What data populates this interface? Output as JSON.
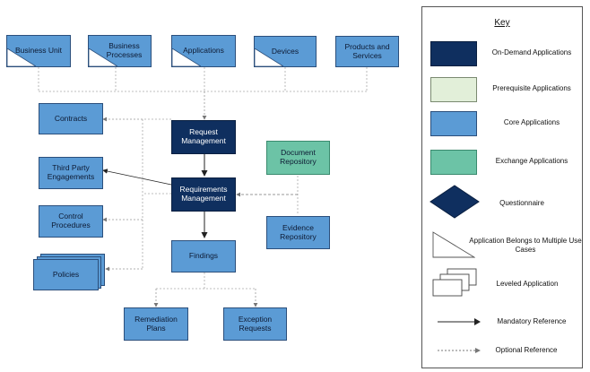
{
  "nodes": {
    "business_unit": "Business Unit",
    "business_processes": "Business Processes",
    "applications": "Applications",
    "devices": "Devices",
    "products_services": "Products and Services",
    "contracts": "Contracts",
    "third_party": "Third Party Engagements",
    "control_procedures": "Control Procedures",
    "policies": "Policies",
    "request_management": "Request Management",
    "requirements_management": "Requirements Management",
    "findings": "Findings",
    "document_repository": "Document Repository",
    "evidence_repository": "Evidence Repository",
    "remediation_plans": "Remediation Plans",
    "exception_requests": "Exception Requests"
  },
  "key": {
    "title": "Key",
    "on_demand": "On-Demand Applications",
    "prerequisite": "Prerequisite Applications",
    "core": "Core Applications",
    "exchange": "Exchange Applications",
    "questionnaire": "Questionnaire",
    "multiple_use": "Application Belongs to Multiple Use Cases",
    "leveled": "Leveled Application",
    "mandatory": "Mandatory Reference",
    "optional": "Optional Reference"
  },
  "colors": {
    "on_demand": "#0f2f5f",
    "prerequisite": "#e2efd9",
    "core": "#5b9bd5",
    "exchange": "#6cc3a6"
  }
}
